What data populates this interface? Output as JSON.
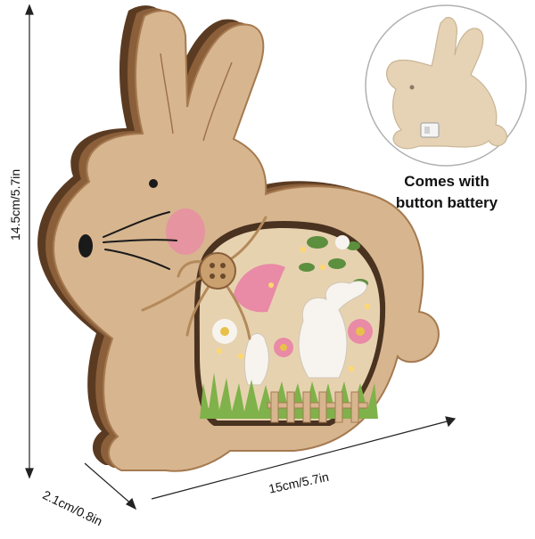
{
  "dimensions": {
    "height": "14.5cm/5.7in",
    "width": "15cm/5.7in",
    "depth": "2.1cm/0.8in"
  },
  "inset": {
    "caption_line1": "Comes with",
    "caption_line2": "button battery"
  },
  "colors": {
    "wood_light": "#d7b58f",
    "wood_dark": "#6b4a2c",
    "grass": "#7fb24a",
    "pink": "#e98aa6",
    "white": "#f7f4ef",
    "light_glow": "#ffd86b"
  }
}
